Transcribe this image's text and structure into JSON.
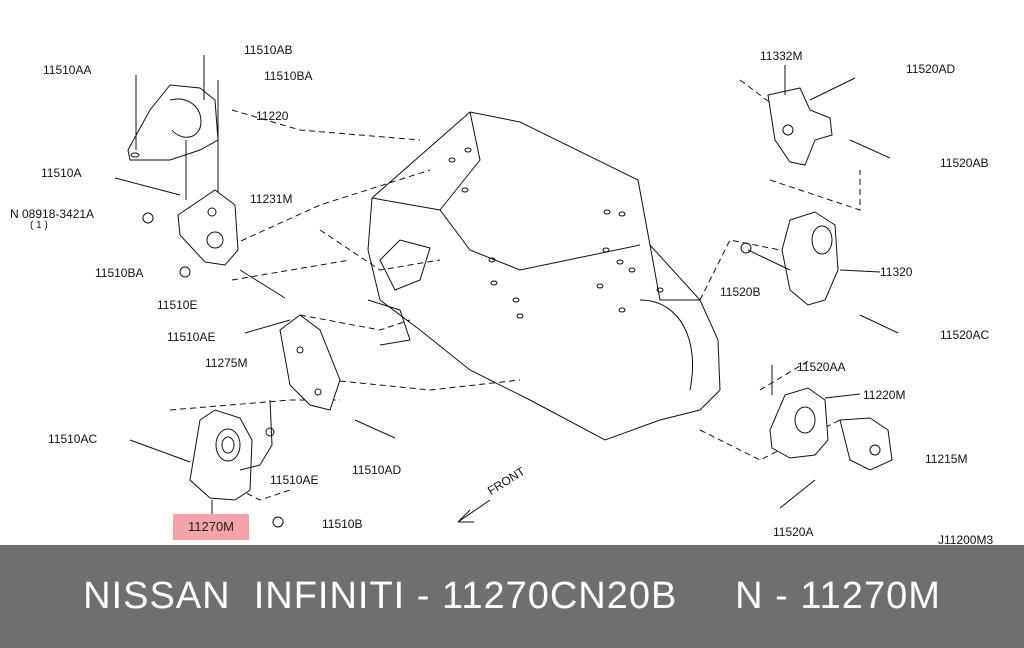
{
  "labels": {
    "l11510AB": "11510AB",
    "l11510AA": "11510AA",
    "l11510BA_top": "11510BA",
    "l11220": "11220",
    "l11510A": "11510A",
    "l11231M": "11231M",
    "l08918": "N 08918-3421A",
    "l08918_qty": "( 1 )",
    "l11510BA": "11510BA",
    "l11510E": "11510E",
    "l11510AE_top": "11510AE",
    "l11275M": "11275M",
    "l11510AC": "11510AC",
    "l11510AE": "11510AE",
    "l11510AD": "11510AD",
    "l11270M": "11270M",
    "l11510B": "11510B",
    "l11332M": "11332M",
    "l11520AD": "11520AD",
    "l11520AB": "11520AB",
    "l11320": "11320",
    "l11520B": "11520B",
    "l11520AC": "11520AC",
    "l11520AA": "11520AA",
    "l11220M": "11220M",
    "l11215M": "11215M",
    "l11520A": "11520A",
    "front": "FRONT",
    "diagram_code": "J11200M3"
  },
  "footer": {
    "text": "NISSAN  INFINITI - 11270CN20B     N - 11270M"
  },
  "colors": {
    "highlight": "#f4a3a8",
    "footer_bg": "#6f6f6f",
    "footer_text": "#ffffff"
  }
}
